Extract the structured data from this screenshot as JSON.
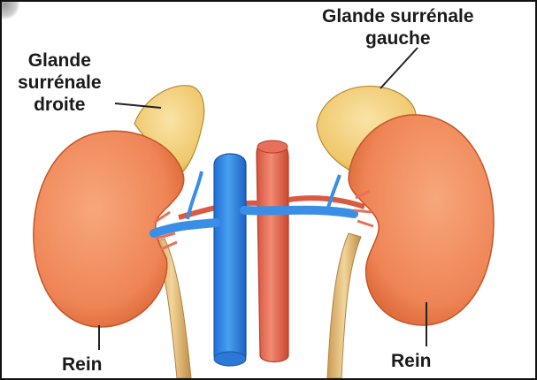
{
  "labels": {
    "left_gland": [
      "Glande",
      "surrénale",
      "droite"
    ],
    "right_gland": [
      "Glande surrénale",
      "gauche"
    ],
    "left_kidney": "Rein",
    "right_kidney": "Rein"
  },
  "colors": {
    "kidney": "#f08a5d",
    "kidney_shadow": "#d8643a",
    "gland": "#f4d27a",
    "vein": "#3a8ee6",
    "artery": "#e8705a",
    "ureter": "#e9c68a"
  }
}
